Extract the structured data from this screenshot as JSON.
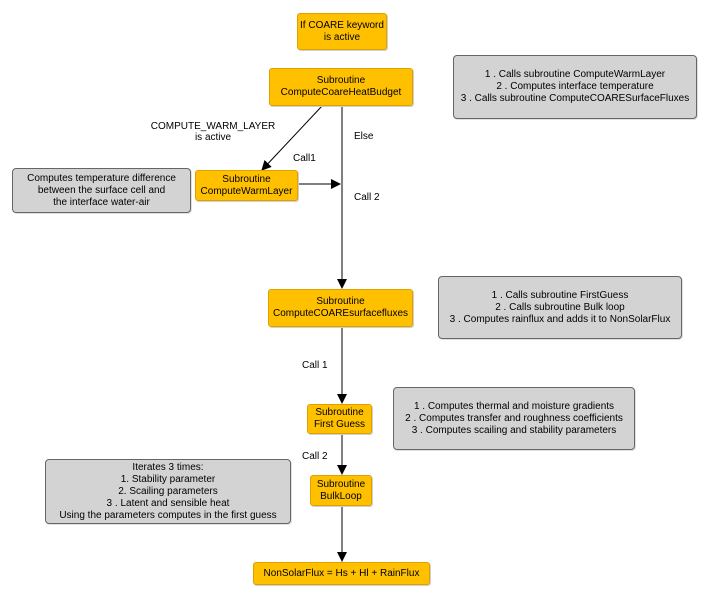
{
  "nodes": {
    "if_coare": "If COARE keyword\nis active",
    "heat_budget": "Subroutine\nComputeCoareHeatBudget",
    "warm_layer": "Subroutine\nComputeWarmLayer",
    "surface_fluxes": "Subroutine\nComputeCOAREsurfacefluxes",
    "first_guess": "Subroutine\nFirst Guess",
    "bulk_loop": "Subroutine\nBulkLoop",
    "nonsolar": "NonSolarFlux = Hs + Hl + RainFlux"
  },
  "notes": {
    "heat_budget": "1 . Calls subroutine ComputeWarmLayer\n2 . Computes interface temperature\n3 . Calls subroutine ComputeCOARESurfaceFluxes",
    "warm_layer": "Computes temperature difference\nbetween the surface cell and\nthe interface water-air",
    "surface_fluxes": "1 . Calls subroutine FirstGuess\n2 . Calls subroutine Bulk loop\n3 . Computes rainflux and adds it to NonSolarFlux",
    "first_guess": "1 . Computes thermal and moisture gradients\n2 . Computes transfer and roughness coefficients\n3 . Computes scailing and stability parameters",
    "bulk_loop": "Iterates 3 times:\n1. Stability parameter\n2. Scailing parameters\n3 . Latent and sensible heat\nUsing the parameters computes in the first guess"
  },
  "edge_labels": {
    "compute_warm_layer": "COMPUTE_WARM_LAYER\nis active",
    "else": "Else",
    "call1_warm": "Call1",
    "call2_surface": "Call 2",
    "call1_first": "Call 1",
    "call2_bulk": "Call 2"
  }
}
